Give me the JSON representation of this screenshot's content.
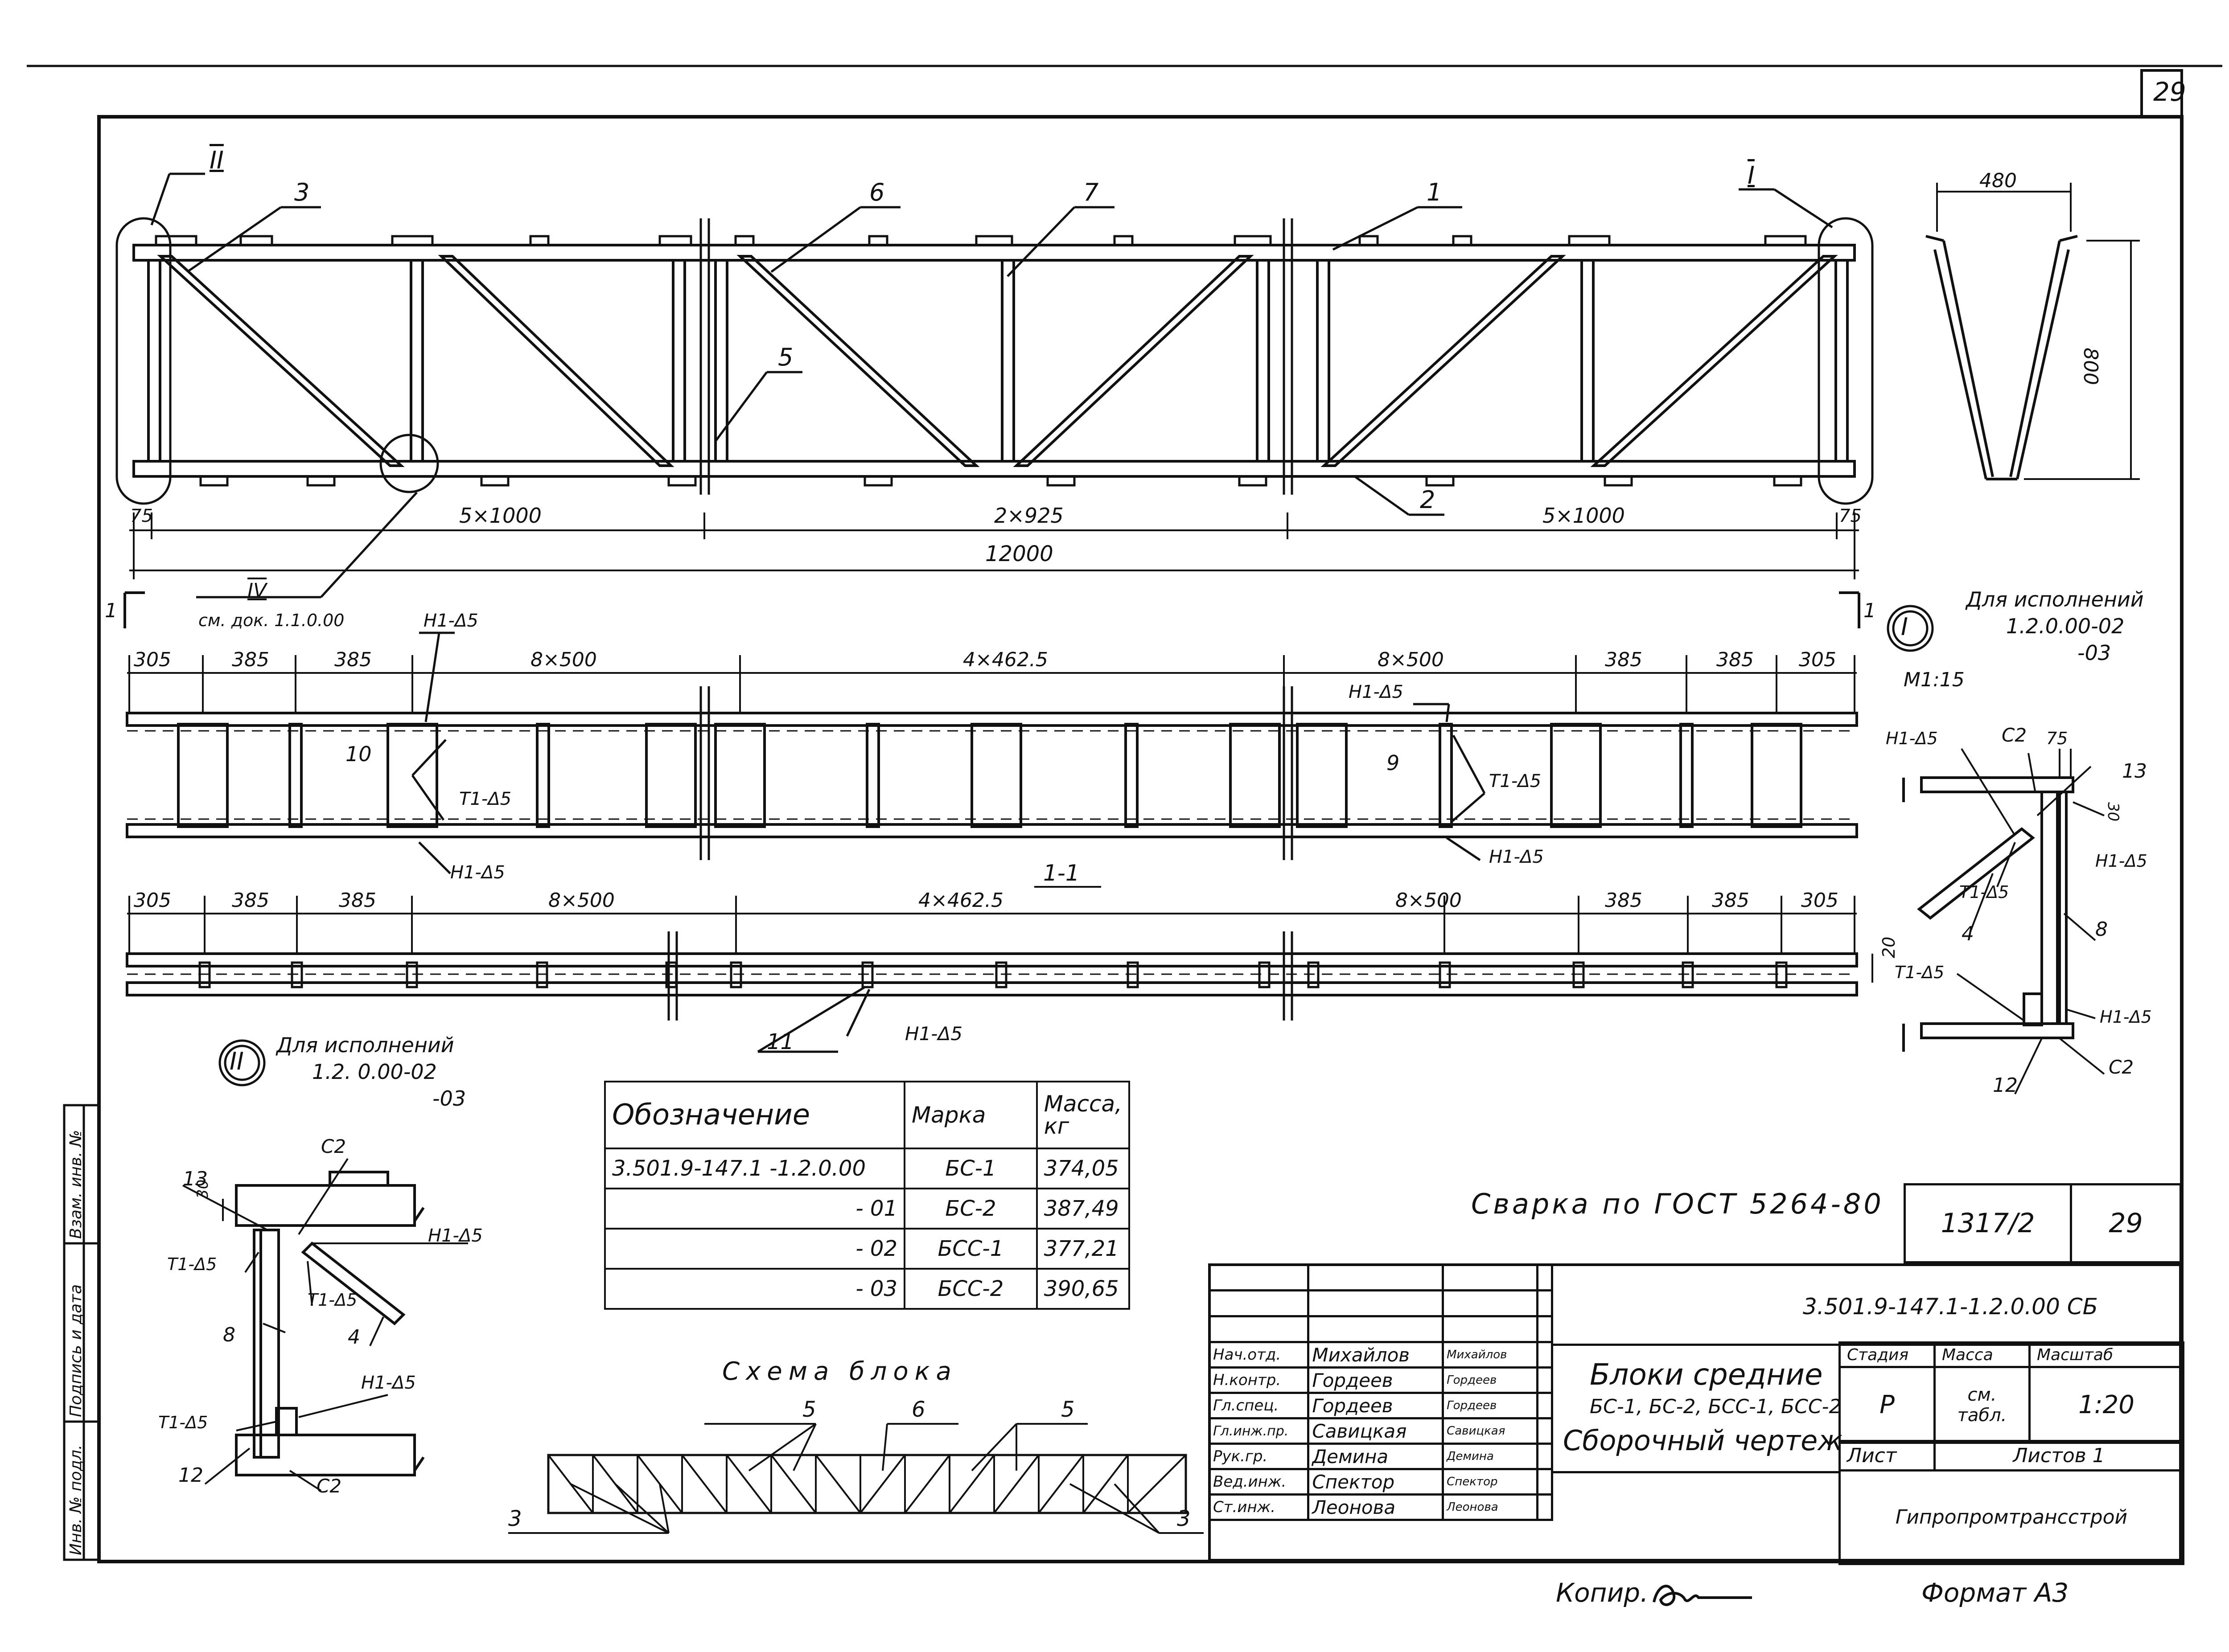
{
  "sheet": {
    "corner_number": "29"
  },
  "elevation": {
    "callouts": [
      "II",
      "3",
      "6",
      "7",
      "1",
      "I",
      "5",
      "2"
    ],
    "dims_top": [
      "75",
      "5×1000",
      "2×925",
      "5×1000",
      "75"
    ],
    "total": "12000",
    "node_ref": "IV",
    "node_ref_doc": "см. док. 1.1.0.00"
  },
  "cross_section": {
    "width": "480",
    "height": "800"
  },
  "plan": {
    "section_mark": "1",
    "dims": [
      "305",
      "385",
      "385",
      "8×500",
      "4×462.5",
      "8×500",
      "385",
      "385",
      "305"
    ],
    "labels": {
      "h1": "H1-Δ5",
      "t1": "T1-Δ5",
      "pos10": "10",
      "pos9": "9"
    }
  },
  "section11": {
    "title": "1-1",
    "dims": [
      "305",
      "385",
      "385",
      "8×500",
      "4×462.5",
      "8×500",
      "385",
      "385",
      "305"
    ],
    "thk": "20",
    "pos11": "11",
    "weld": "H1-Δ5"
  },
  "detail_I": {
    "mark": "I",
    "title": "Для исполнений",
    "line1": "1.2.0.00-02",
    "line2": "-03",
    "scale": "М1:15",
    "labels": {
      "h1a": "H1-Δ5",
      "c2a": "C2",
      "d75": "75",
      "p13": "13",
      "d30": "30",
      "h1b": "H1-Δ5",
      "t1a": "T1-Δ5",
      "p4": "4",
      "p8": "8",
      "t1b": "T1-Δ5",
      "h1c": "H1-Δ5",
      "p12": "12",
      "c2b": "C2"
    }
  },
  "detail_II": {
    "mark": "II",
    "title": "Для исполнений",
    "line1": "1.2. 0.00-02",
    "line2": "-03",
    "labels": {
      "c2a": "C2",
      "p13": "13",
      "d30": "30",
      "h1a": "H1-Δ5",
      "t1a": "T1-Δ5",
      "t1b": "T1-Δ5",
      "p4": "4",
      "p8": "8",
      "h1b": "H1-Δ5",
      "t1c": "T1-Δ5",
      "p12": "12",
      "c2b": "C2"
    }
  },
  "spec_table": {
    "headers": [
      "Обозначение",
      "Марка",
      "Масса, кг"
    ],
    "rows": [
      [
        "3.501.9-147.1 -1.2.0.00",
        "БС-1",
        "374,05"
      ],
      [
        "- 01",
        "БС-2",
        "387,49"
      ],
      [
        "- 02",
        "БСС-1",
        "377,21"
      ],
      [
        "- 03",
        "БСС-2",
        "390,65"
      ]
    ]
  },
  "scheme": {
    "title": "Схема блока",
    "labels": [
      "5",
      "6",
      "5",
      "3",
      "3"
    ]
  },
  "welding_note": "Сварка по ГОСТ 5264-80",
  "inv_box": {
    "number": "1317/2",
    "sheet": "29"
  },
  "side_stamp": [
    "Инв. № подл.",
    "Подпись и дата",
    "Взам. инв. №"
  ],
  "title_block": {
    "doc_code": "3.501.9-147.1-1.2.0.00 СБ",
    "staff": [
      {
        "role": "Нач.отд.",
        "name": "Михайлов",
        "sig": "Михайлов"
      },
      {
        "role": "Н.контр.",
        "name": "Гордеев",
        "sig": "Гордеев"
      },
      {
        "role": "Гл.спец.",
        "name": "Гордеев",
        "sig": "Гордеев"
      },
      {
        "role": "Гл.инж.пр.",
        "name": "Савицкая",
        "sig": "Савицкая"
      },
      {
        "role": "Рук.гр.",
        "name": "Демина",
        "sig": "Демина"
      },
      {
        "role": "Вед.инж.",
        "name": "Спектор",
        "sig": "Спектор"
      },
      {
        "role": "Ст.инж.",
        "name": "Леонова",
        "sig": "Леонова"
      }
    ],
    "title": "Блоки средние",
    "subtitle": "БС-1, БС-2, БСС-1, БСС-2",
    "subtitle2": "Сборочный чертеж",
    "stage_label": "Стадия",
    "mass_label": "Масса",
    "scale_label": "Масштаб",
    "stage": "Р",
    "mass": "см. табл.",
    "scale": "1:20",
    "sheet_label": "Лист",
    "sheets_label": "Листов 1",
    "org": "Гипропромтрансстрой"
  },
  "footer": {
    "copied": "Копир.",
    "format": "Формат А3"
  }
}
